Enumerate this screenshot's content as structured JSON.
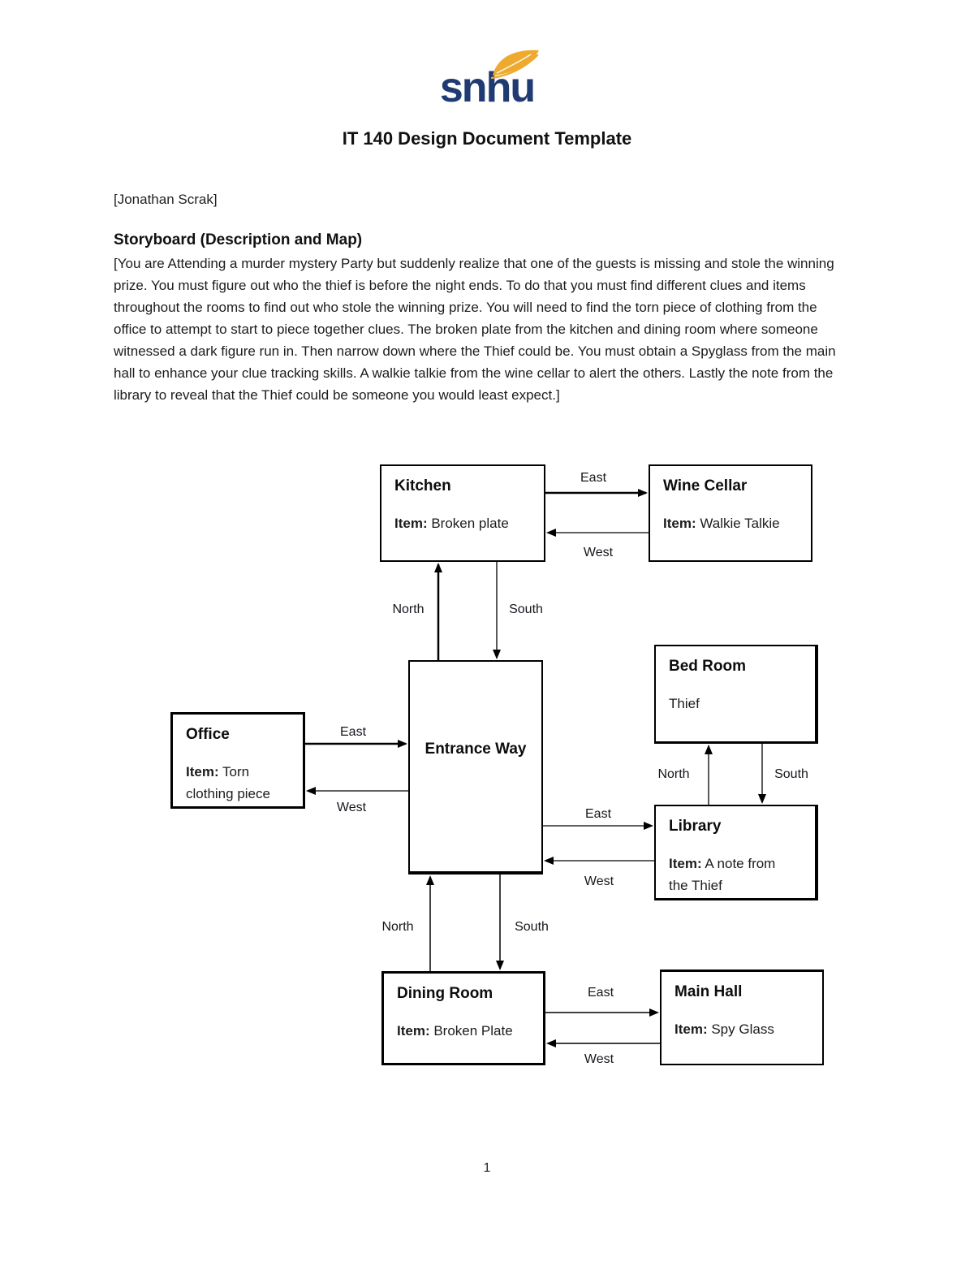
{
  "header": {
    "logo_text": "snhu",
    "logo_color": "#203a72",
    "leaf_color": "#edaa2e",
    "title": "IT 140 Design Document Template"
  },
  "author": "[Jonathan Scrak]",
  "storyboard": {
    "heading": "Storyboard (Description and Map)",
    "body": "[You are Attending a murder mystery Party but suddenly realize that one of the guests is missing and stole the winning prize. You must figure out who the thief is before the night ends. To do that you must find different clues and items throughout the rooms to find out who stole the winning prize. You will need to find the torn piece of clothing from the office to attempt to start to piece together clues. The broken plate from the kitchen and dining room where someone witnessed a dark figure run in. Then narrow down where the Thief could be. You must obtain a Spyglass from the main hall to enhance your clue tracking skills. A walkie talkie from the wine cellar to alert the others. Lastly the note from the library to reveal that the Thief could be someone you would least expect.]"
  },
  "map": {
    "rooms": [
      {
        "id": "kitchen",
        "title": "Kitchen",
        "item_label": "Item:",
        "item_text": " Broken plate"
      },
      {
        "id": "wine-cellar",
        "title": "Wine Cellar",
        "item_label": "Item:",
        "item_text": " Walkie Talkie"
      },
      {
        "id": "bed-room",
        "title": "Bed Room",
        "item_label": "",
        "item_text": "Thief"
      },
      {
        "id": "office",
        "title": "Office",
        "item_label": "Item:",
        "item_text": " Torn clothing piece"
      },
      {
        "id": "entrance-way",
        "title": "Entrance Way",
        "item_label": "",
        "item_text": ""
      },
      {
        "id": "library",
        "title": "Library",
        "item_label": "Item:",
        "item_text": " A note from the Thief"
      },
      {
        "id": "dining-room",
        "title": "Dining Room",
        "item_label": "Item:",
        "item_text": " Broken Plate"
      },
      {
        "id": "main-hall",
        "title": "Main Hall",
        "item_label": "Item:",
        "item_text": " Spy Glass"
      }
    ],
    "connections": [
      {
        "from": "Kitchen",
        "to": "Wine Cellar",
        "label": "East"
      },
      {
        "from": "Wine Cellar",
        "to": "Kitchen",
        "label": "West"
      },
      {
        "from": "Entrance Way",
        "to": "Kitchen",
        "label": "North"
      },
      {
        "from": "Kitchen",
        "to": "Entrance Way",
        "label": "South"
      },
      {
        "from": "Office",
        "to": "Entrance Way",
        "label": "East"
      },
      {
        "from": "Entrance Way",
        "to": "Office",
        "label": "West"
      },
      {
        "from": "Library",
        "to": "Bed Room",
        "label": "North"
      },
      {
        "from": "Bed Room",
        "to": "Library",
        "label": "South"
      },
      {
        "from": "Entrance Way",
        "to": "Library",
        "label": "East"
      },
      {
        "from": "Library",
        "to": "Entrance Way",
        "label": "West"
      },
      {
        "from": "Dining Room",
        "to": "Entrance Way",
        "label": "North"
      },
      {
        "from": "Entrance Way",
        "to": "Dining Room",
        "label": "South"
      },
      {
        "from": "Dining Room",
        "to": "Main Hall",
        "label": "East"
      },
      {
        "from": "Main Hall",
        "to": "Dining Room",
        "label": "West"
      }
    ]
  },
  "footer": {
    "page_number": "1"
  }
}
